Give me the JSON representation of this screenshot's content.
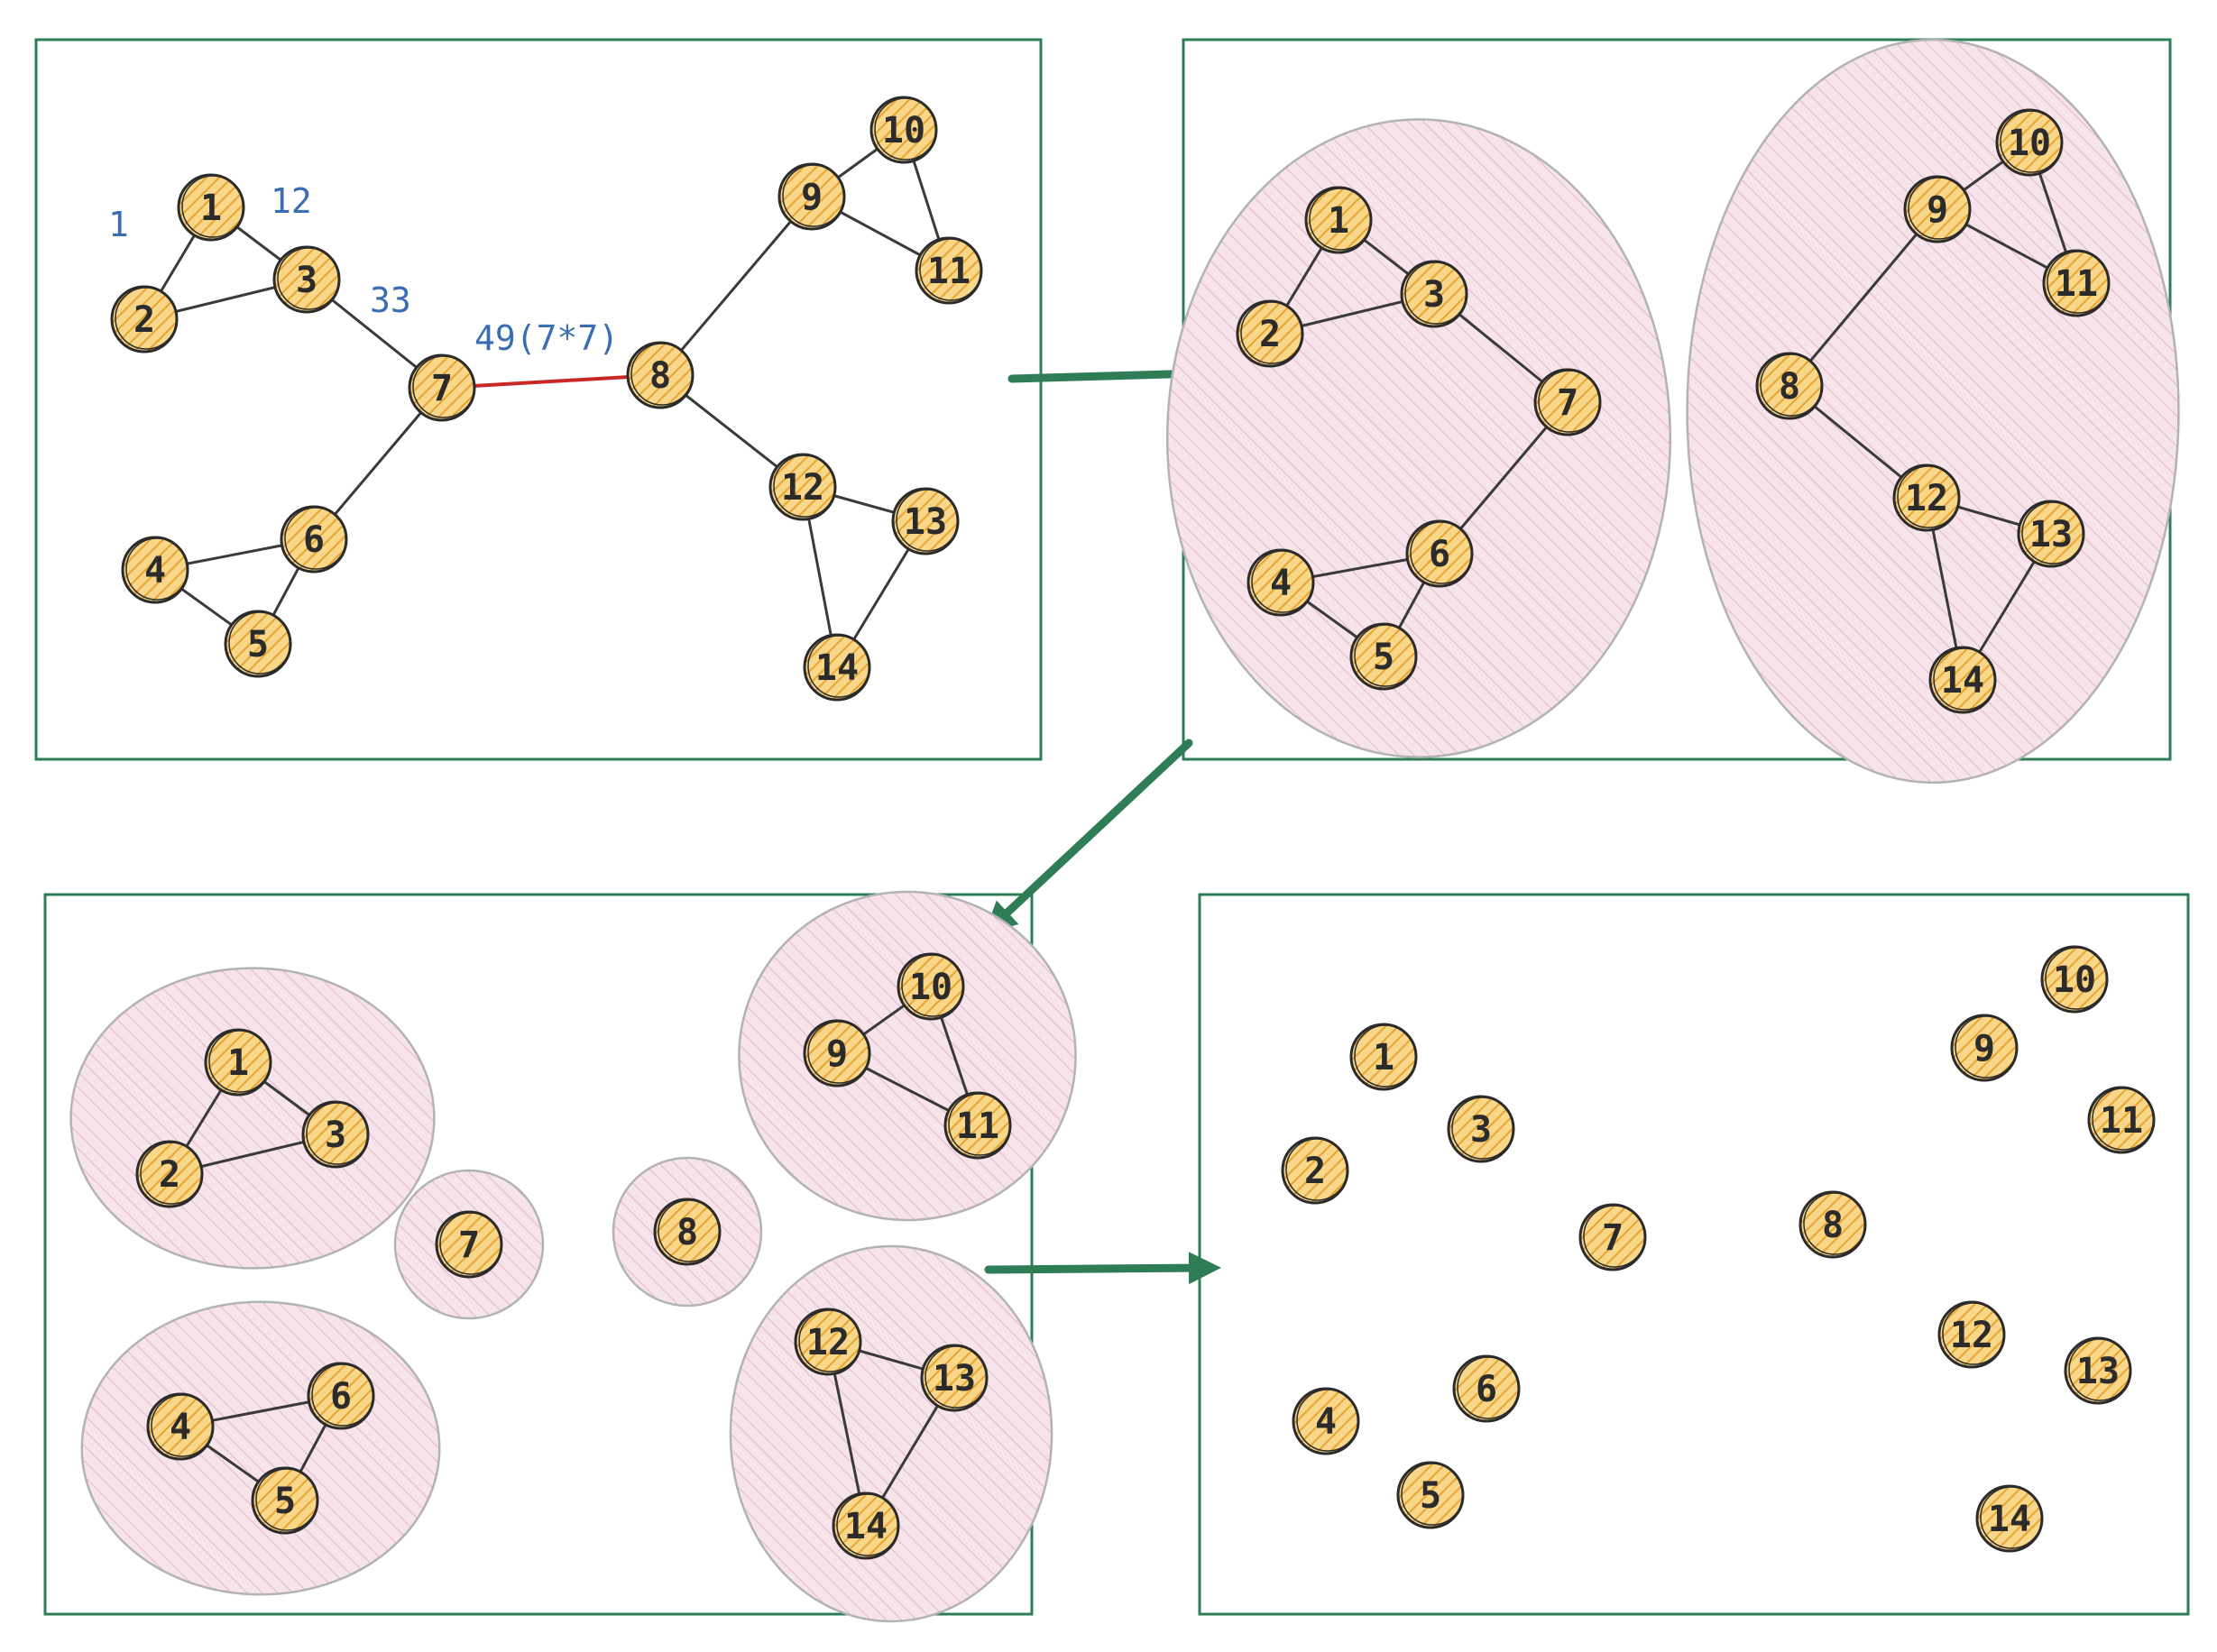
{
  "colors": {
    "panel_border": "#2e7d57",
    "arrow": "#2e7d57",
    "node_fill": "#f8d78a",
    "node_hatch": "#e8a431",
    "node_stroke": "#2b2b2b",
    "edge": "#3a3a3a",
    "cut_edge": "#c62828",
    "cluster_fill": "#f6e4ea",
    "cluster_hatch": "#e2b8c8",
    "cluster_stroke": "#b3b3b3",
    "weight_text": "#3b6db3"
  },
  "icons": {
    "arrow": "arrow-right-icon",
    "node": "circle-node-icon"
  },
  "nodes": [
    "1",
    "2",
    "3",
    "4",
    "5",
    "6",
    "7",
    "8",
    "9",
    "10",
    "11",
    "12",
    "13",
    "14"
  ],
  "weights": [
    "1",
    "12",
    "33",
    "49(7*7)"
  ],
  "panels": [
    {
      "id": "panel-full-graph",
      "edges": [
        [
          "1",
          "2"
        ],
        [
          "1",
          "3"
        ],
        [
          "2",
          "3"
        ],
        [
          "3",
          "7"
        ],
        [
          "7",
          "6"
        ],
        [
          "4",
          "6"
        ],
        [
          "4",
          "5"
        ],
        [
          "5",
          "6"
        ],
        [
          "7",
          "8"
        ],
        [
          "8",
          "9"
        ],
        [
          "9",
          "10"
        ],
        [
          "9",
          "11"
        ],
        [
          "10",
          "11"
        ],
        [
          "8",
          "12"
        ],
        [
          "12",
          "13"
        ],
        [
          "12",
          "14"
        ],
        [
          "13",
          "14"
        ]
      ],
      "cut_edges": [
        [
          "7",
          "8"
        ]
      ],
      "clusters": []
    },
    {
      "id": "panel-two-clusters",
      "edges": [
        [
          "1",
          "2"
        ],
        [
          "1",
          "3"
        ],
        [
          "2",
          "3"
        ],
        [
          "3",
          "7"
        ],
        [
          "7",
          "6"
        ],
        [
          "4",
          "6"
        ],
        [
          "4",
          "5"
        ],
        [
          "5",
          "6"
        ],
        [
          "8",
          "9"
        ],
        [
          "9",
          "10"
        ],
        [
          "9",
          "11"
        ],
        [
          "10",
          "11"
        ],
        [
          "8",
          "12"
        ],
        [
          "12",
          "13"
        ],
        [
          "12",
          "14"
        ],
        [
          "13",
          "14"
        ]
      ],
      "cut_edges": [],
      "clusters": [
        [
          "1",
          "2",
          "3",
          "4",
          "5",
          "6",
          "7"
        ],
        [
          "8",
          "9",
          "10",
          "11",
          "12",
          "13",
          "14"
        ]
      ]
    },
    {
      "id": "panel-six-clusters",
      "edges": [
        [
          "1",
          "2"
        ],
        [
          "1",
          "3"
        ],
        [
          "2",
          "3"
        ],
        [
          "4",
          "6"
        ],
        [
          "4",
          "5"
        ],
        [
          "5",
          "6"
        ],
        [
          "9",
          "10"
        ],
        [
          "9",
          "11"
        ],
        [
          "10",
          "11"
        ],
        [
          "12",
          "13"
        ],
        [
          "12",
          "14"
        ],
        [
          "13",
          "14"
        ]
      ],
      "cut_edges": [],
      "clusters": [
        [
          "1",
          "2",
          "3"
        ],
        [
          "7"
        ],
        [
          "8"
        ],
        [
          "9",
          "10",
          "11"
        ],
        [
          "4",
          "5",
          "6"
        ],
        [
          "12",
          "13",
          "14"
        ]
      ]
    },
    {
      "id": "panel-singletons",
      "edges": [],
      "cut_edges": [],
      "clusters": []
    }
  ]
}
